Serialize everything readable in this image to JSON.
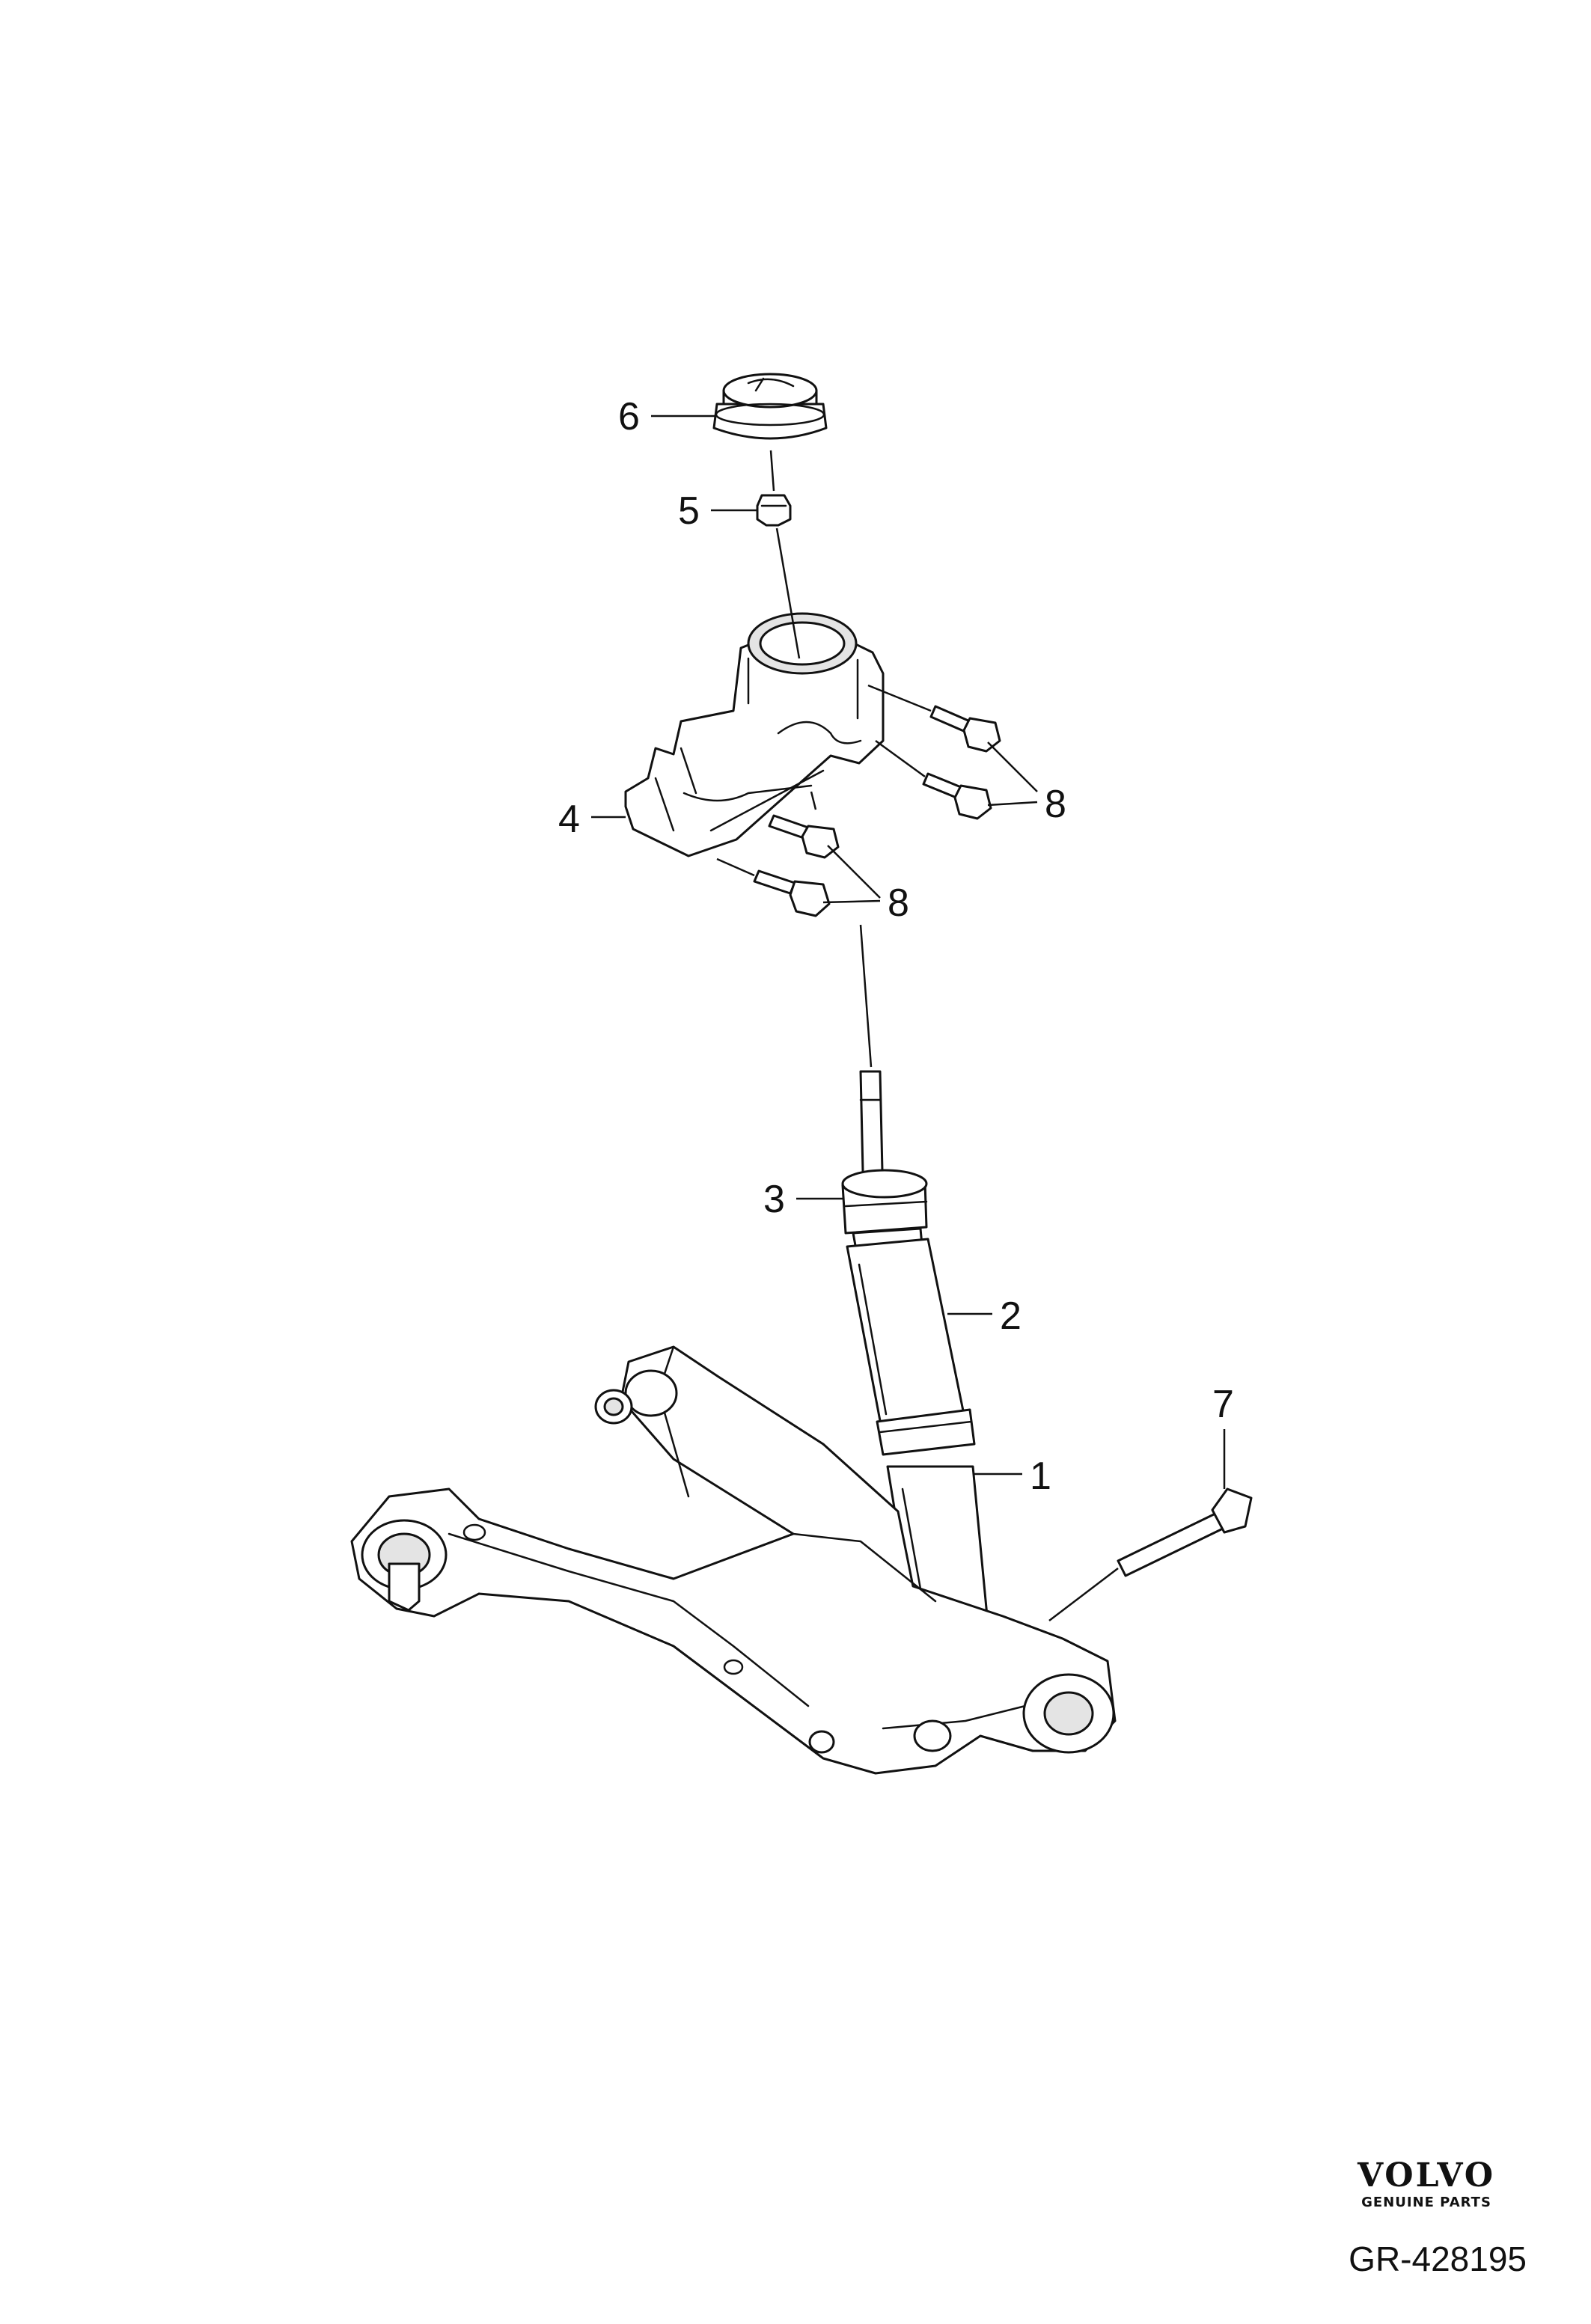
{
  "diagram": {
    "callouts": {
      "c1": "1",
      "c2": "2",
      "c3": "3",
      "c4": "4",
      "c5": "5",
      "c6": "6",
      "c7": "7",
      "c8a": "8",
      "c8b": "8"
    }
  },
  "branding": {
    "name": "VOLVO",
    "tagline": "GENUINE PARTS"
  },
  "figure_ref": "GR-428195"
}
